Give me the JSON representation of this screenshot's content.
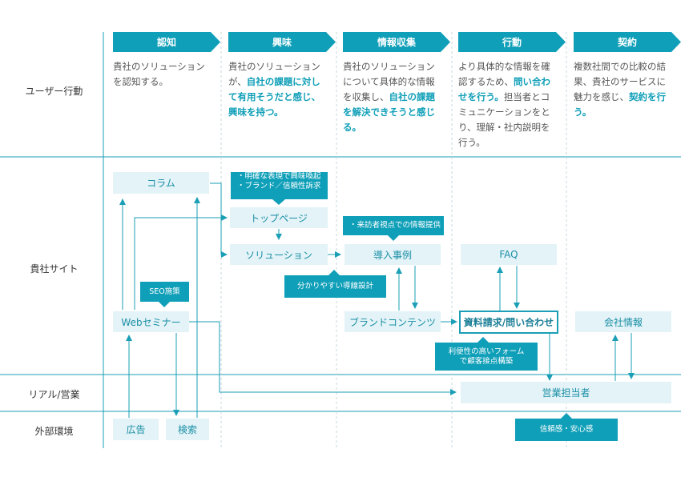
{
  "rows": {
    "user_action": "ユーザー行動",
    "company_site": "貴社サイト",
    "real_sales": "リアル/営業",
    "external": "外部環境"
  },
  "stages": [
    {
      "label": "認知"
    },
    {
      "label": "興味"
    },
    {
      "label": "情報収集"
    },
    {
      "label": "行動"
    },
    {
      "label": "契約"
    }
  ],
  "descriptions": {
    "recognition": {
      "l1": "貴社のソリューション",
      "l2": "を認知する。"
    },
    "interest": {
      "l1": "貴社のソリューション",
      "l2a": "が、",
      "l2b": "自社の課題に対し",
      "l3": "て有用そうだと感じ、",
      "l4": "興味を持つ。"
    },
    "research": {
      "l1": "貴社のソリューション",
      "l2": "について具体的な情報",
      "l3a": "を収集し、",
      "l3b": "自社の課題",
      "l4": "を解決できそうと感じ",
      "l5": "る。"
    },
    "action": {
      "l1": "より具体的な情報を確",
      "l2a": "認するため、",
      "l2b": "問い合わ",
      "l3a": "せを行う。",
      "l3b": "担当者とコ",
      "l4": "ミュニケーションをと",
      "l5": "り、理解・社内説明を",
      "l6": "行う。"
    },
    "contract": {
      "l1": "複数社間での比較の結",
      "l2": "果、貴社のサービスに",
      "l3a": "魅力を感じ、",
      "l3b": "契約を行",
      "l4": "う。"
    }
  },
  "boxes": {
    "column": "コラム",
    "toppage": "トップページ",
    "solution": "ソリューション",
    "case_study": "導入事例",
    "faq": "FAQ",
    "webinar": "Webセミナー",
    "brand_content": "ブランドコンテンツ",
    "inquiry": "資料請求/問い合わせ",
    "company_info": "会社情報",
    "sales_rep": "営業担当者",
    "ads": "広告",
    "search": "検索"
  },
  "notes": {
    "toppage_l1": "・明確な表現で興味喚起",
    "toppage_l2": "・ブランド／信頼性訴求",
    "visitor": "・来訪者視点での情報提供",
    "seo": "SEO施策",
    "nav_design": "分かりやすい導線設計",
    "form_l1": "利便性の高いフォーム",
    "form_l2": "で顧客接点構築",
    "trust": "信頼感・安心感"
  },
  "colors": {
    "accent": "#0f9fb8",
    "box_fill": "#e3f3f7",
    "line": "#1a9fb6"
  }
}
